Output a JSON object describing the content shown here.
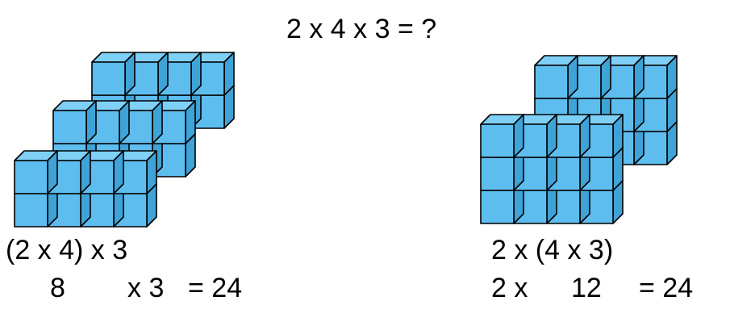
{
  "title": "2 x 4 x 3 = ?",
  "left": {
    "expression": "(2 x 4) x 3",
    "result_lhs": "8",
    "result_op": "x 3",
    "result_eq": "= 24",
    "layers": 3,
    "columns": 4,
    "rows_per_layer": 2
  },
  "right": {
    "expression": "2 x (4 x 3)",
    "result_lhs": "2 x",
    "result_mid": "12",
    "result_eq": "= 24",
    "slabs": 2,
    "columns": 4,
    "rows_per_slab": 3
  },
  "colors": {
    "cube_front": "#5ebdef",
    "cube_top": "#7fd0f6",
    "cube_side": "#3fa3d8",
    "stroke": "#000000"
  }
}
